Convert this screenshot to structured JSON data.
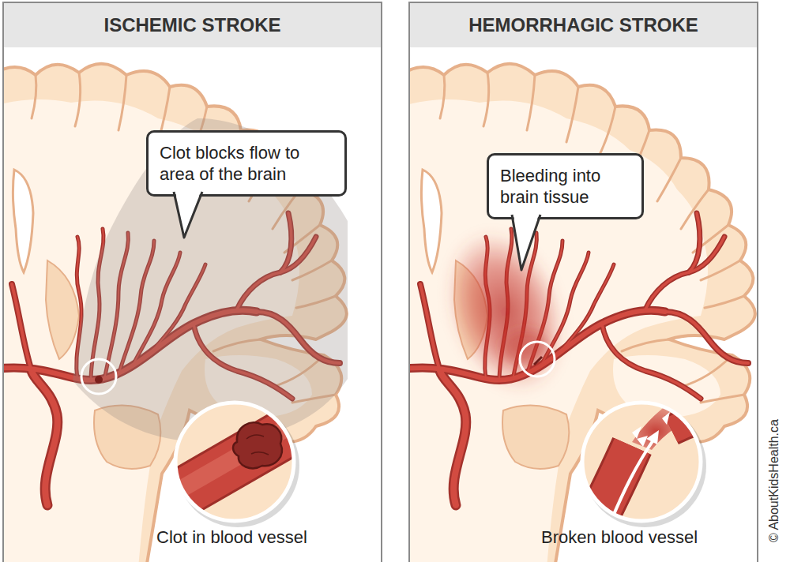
{
  "diagram": {
    "nodes": [
      {
        "text": [
          "ISCHEMIC STROKE"
        ]
      },
      {
        "text": [
          "Clot blocks flow to area of the brain"
        ],
        "in": 0
      },
      {
        "text": [
          "HEMORRHAGIC STROKE"
        ]
      },
      {
        "text": [
          "Bleeding into brain tissue"
        ],
        "in": 2
      }
    ],
    "labels": [
      "Clot in blood vessel",
      "Broken blood vessel",
      "© AboutKidsHealth.ca"
    ]
  }
}
